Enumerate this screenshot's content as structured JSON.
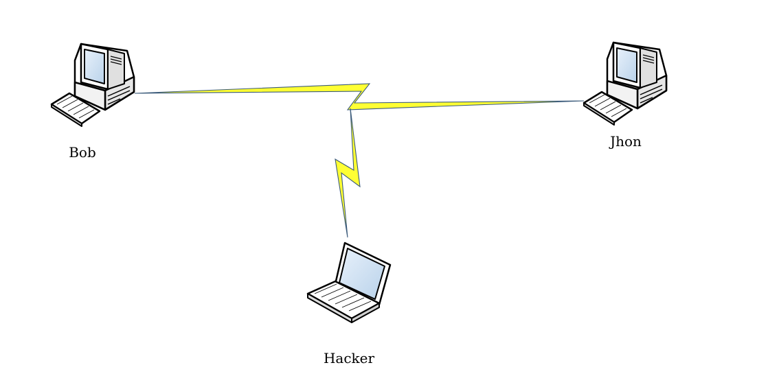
{
  "nodes": {
    "bob": {
      "label": "Bob",
      "device": "desktop-computer-icon"
    },
    "jhon": {
      "label": "Jhon",
      "device": "desktop-computer-icon"
    },
    "hacker": {
      "label": "Hacker",
      "device": "laptop-computer-icon"
    }
  },
  "links": [
    {
      "from": "bob",
      "to": "jhon",
      "type": "wireless-lightning"
    },
    {
      "from": "lightning-junction",
      "to": "hacker",
      "type": "wireless-lightning"
    }
  ],
  "colors": {
    "lightning_fill": "#ffff33",
    "lightning_stroke": "#3a5a7a",
    "device_outline": "#000000",
    "screen_fill": "#cfe2f5"
  }
}
